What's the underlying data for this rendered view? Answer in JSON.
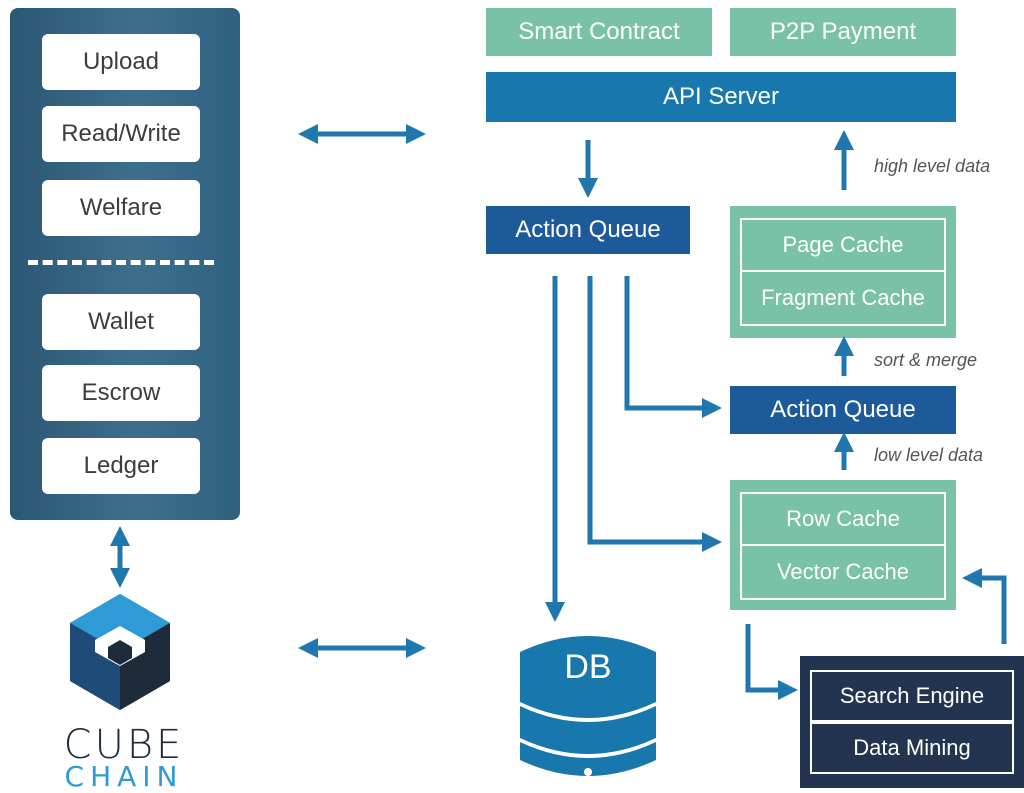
{
  "left_panel": {
    "items": [
      "Upload",
      "Read/Write",
      "Welfare",
      "Wallet",
      "Escrow",
      "Ledger"
    ]
  },
  "top_boxes": {
    "smart_contract": "Smart Contract",
    "p2p_payment": "P2P Payment",
    "api_server": "API Server"
  },
  "action_queue_main": "Action Queue",
  "action_queue_secondary": "Action Queue",
  "page_cache_group": {
    "page_cache": "Page Cache",
    "fragment_cache": "Fragment Cache"
  },
  "row_cache_group": {
    "row_cache": "Row Cache",
    "vector_cache": "Vector Cache"
  },
  "search_group": {
    "search_engine": "Search Engine",
    "data_mining": "Data Mining"
  },
  "annotations": {
    "high_level": "high level data",
    "sort_merge": "sort & merge",
    "low_level": "low level data"
  },
  "db_label": "DB",
  "logo": {
    "line1": "CUBE",
    "line2": "CHAIN"
  },
  "colors": {
    "panel": "#2f6080",
    "green": "#79c2a5",
    "blue": "#1877ad",
    "dark_blue": "#1c5a9a",
    "navy": "#22344f",
    "arrow": "#1f77ad"
  }
}
